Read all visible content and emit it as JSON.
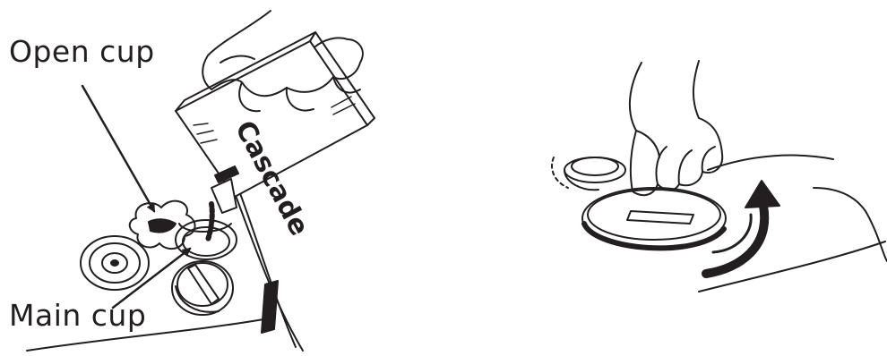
{
  "labels": {
    "open_cup": "Open cup",
    "main_cup": "Main cup"
  },
  "box_brand": "Cascade",
  "illustrations": [
    {
      "name": "filling-detergent-cups",
      "depicts": "hand pouring detergent box into the main cup; open cup and rinse aid cap shown"
    },
    {
      "name": "closing-cup-cover",
      "depicts": "hand turning the cup cover clockwise"
    }
  ],
  "colors": {
    "ink": "#231f20",
    "background": "#ffffff"
  }
}
